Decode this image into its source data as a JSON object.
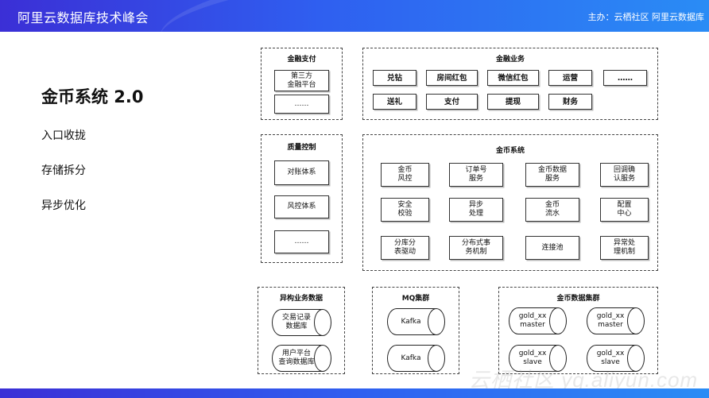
{
  "header": {
    "title": "阿里云数据库技术峰会",
    "sponsor": "主办：云栖社区 阿里云数据库"
  },
  "watermark": "云栖社区 yq.aliyun.com",
  "slide": {
    "title": "金币系统 2.0",
    "bullets": [
      "入口收拢",
      "存储拆分",
      "异步优化"
    ]
  },
  "panels": {
    "finance_pay": {
      "title": "金融支付",
      "items": [
        "第三方\n金融平台",
        "……"
      ]
    },
    "finance_business": {
      "title": "金融业务",
      "row1": [
        "兑钻",
        "房间红包",
        "微信红包",
        "运营",
        "……"
      ],
      "row2": [
        "送礼",
        "支付",
        "提现",
        "财务"
      ]
    },
    "quality_control": {
      "title": "质量控制",
      "items": [
        "对账体系",
        "风控体系",
        "……"
      ]
    },
    "coin_system": {
      "title": "金币系统",
      "items": [
        "金币\n风控",
        "订单号\n服务",
        "金币数据\n服务",
        "回调确\n认服务",
        "安全\n校验",
        "异步\n处理",
        "金币\n流水",
        "配置\n中心",
        "分库分\n表驱动",
        "分布式事\n务机制",
        "连接池",
        "异常处\n理机制"
      ]
    },
    "heterogeneous": {
      "title": "异构业务数据",
      "items": [
        "交易记录\n数据库",
        "用户平台\n查询数据库"
      ]
    },
    "mq": {
      "title": "MQ集群",
      "items": [
        "Kafka",
        "Kafka"
      ]
    },
    "coin_cluster": {
      "title": "金币数据集群",
      "items": [
        "gold_xx\nmaster",
        "gold_xx\nmaster",
        "gold_xx\nslave",
        "gold_xx\nslave"
      ]
    }
  }
}
